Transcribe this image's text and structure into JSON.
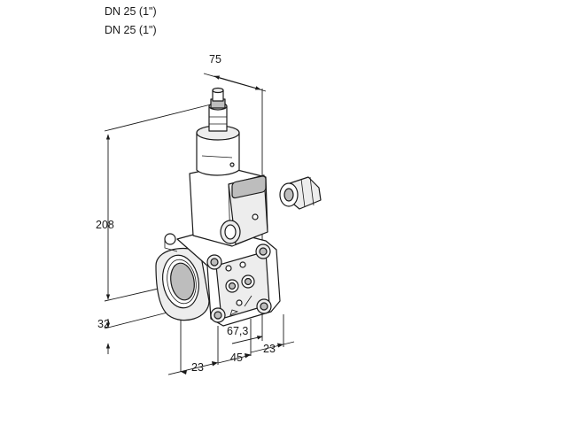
{
  "header": {
    "line1": "DN 25 (1\")",
    "line2": "DN 25 (1\")"
  },
  "dimensions": {
    "top_width": "75",
    "height": "208",
    "base_height": "32",
    "offset_67": "67,3",
    "left_23": "23",
    "middle_45": "45",
    "right_23": "23"
  },
  "colors": {
    "line": "#1a1a1a",
    "shade_light": "#ededed",
    "shade_dark": "#bdbdbd"
  }
}
